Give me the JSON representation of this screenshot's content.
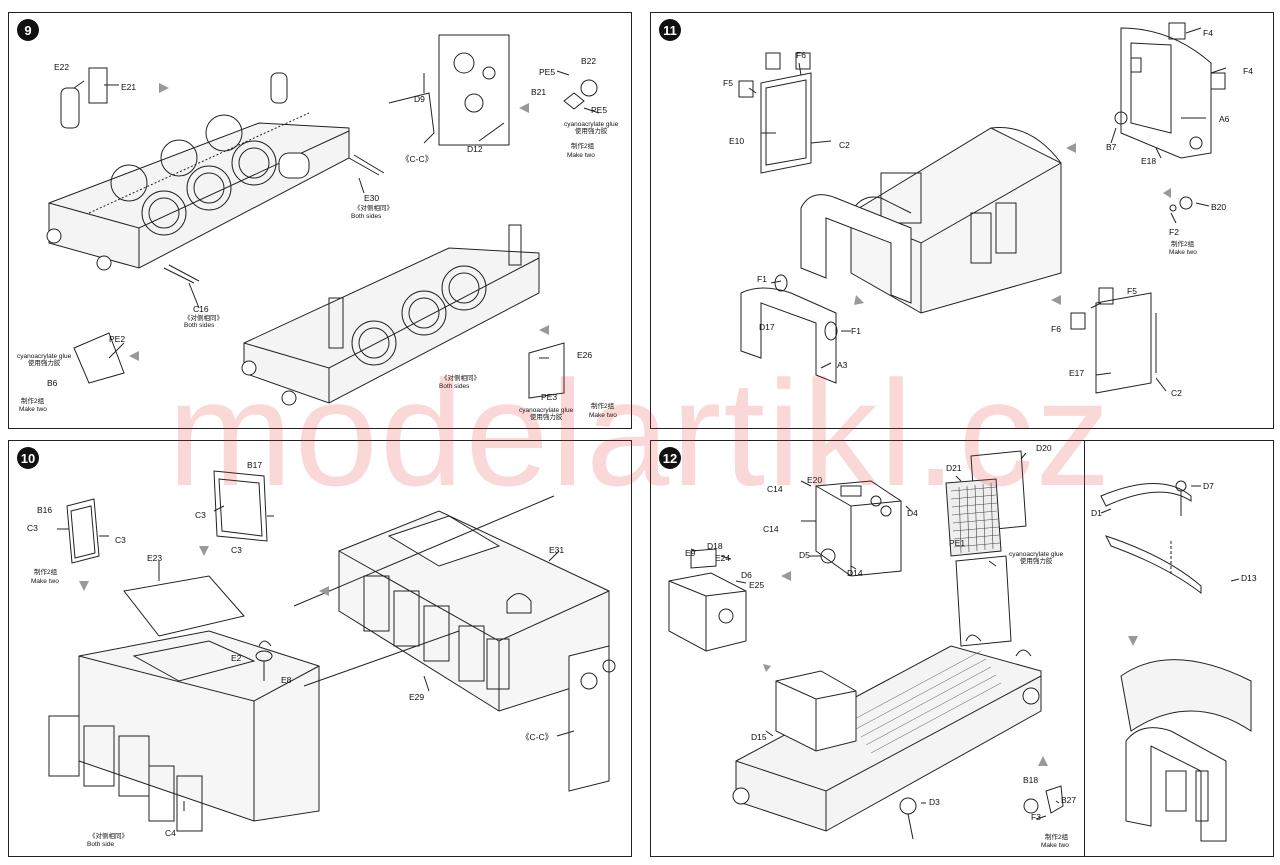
{
  "watermark": "modelartikl.cz",
  "steps": {
    "s9": {
      "number": "9",
      "labels": {
        "E22": "E22",
        "E21": "E21",
        "D9": "D9",
        "D12": "D12",
        "CC": "《C-C》",
        "PE5a": "PE5",
        "PE5b": "PE5",
        "B22": "B22",
        "B21": "B21",
        "E30": "E30",
        "C16": "C16",
        "PE2": "PE2",
        "B6": "B6",
        "E26": "E26",
        "PE3": "PE3"
      },
      "notes": {
        "glue1": "cyanoacrylate glue\n使用强力胶",
        "make_two_right_cn": "制作2组",
        "make_two_right": "Make two",
        "both_sides_e30_cn": "《对侧相同》",
        "both_sides_e30": "Both sides",
        "both_sides_c16_cn": "《对侧相同》",
        "both_sides_c16": "Both sides",
        "both_sides_mid_cn": "《对侧相同》",
        "both_sides_mid": "Both sides",
        "glue2": "cyanoacrylate glue\n使用强力胶",
        "make_two_left_cn": "制作2组",
        "make_two_left": "Make two",
        "glue3": "cyanoacrylate glue\n使用强力胶",
        "make_two_br_cn": "制作2组",
        "make_two_br": "Make two"
      }
    },
    "s10": {
      "number": "10",
      "labels": {
        "B16": "B16",
        "C3a": "C3",
        "C3b": "C3",
        "B17": "B17",
        "C3c": "C3",
        "C3d": "C3",
        "E23": "E23",
        "E2": "E2",
        "E8": "E8",
        "C4": "C4",
        "E31": "E31",
        "E29": "E29",
        "CC": "《C-C》"
      },
      "notes": {
        "make_two_cn": "制作2组",
        "make_two": "Make two",
        "both_side_cn": "《对侧相同》",
        "both_side": "Both side"
      }
    },
    "s11": {
      "number": "11",
      "labels": {
        "F6a": "F6",
        "F5a": "F5",
        "E10": "E10",
        "C2a": "C2",
        "F4a": "F4",
        "F4b": "F4",
        "A6": "A6",
        "B7": "B7",
        "E18": "E18",
        "B20": "B20",
        "F2": "F2",
        "F1a": "F1",
        "D17": "D17",
        "F1b": "F1",
        "A3": "A3",
        "F5b": "F5",
        "F6b": "F6",
        "E17": "E17",
        "C2b": "C2"
      },
      "notes": {
        "make_two_cn": "制作2组",
        "make_two": "Make two"
      }
    },
    "s12": {
      "number": "12",
      "labels": {
        "C14a": "C14",
        "E20": "E20",
        "C14b": "C14",
        "D4": "D4",
        "D5": "D5",
        "D14": "D14",
        "D21": "D21",
        "D20": "D20",
        "PE1": "PE1",
        "E9": "E9",
        "D18": "D18",
        "E24": "E24",
        "D6": "D6",
        "E25": "E25",
        "D15": "D15",
        "D3": "D3",
        "B18": "B18",
        "F3": "F3",
        "B27": "B27",
        "D1": "D1",
        "D7": "D7",
        "D13": "D13"
      },
      "notes": {
        "glue": "cyanoacrylate glue\n使用强力胶",
        "make_two_cn": "制作2组",
        "make_two": "Make two"
      }
    }
  }
}
